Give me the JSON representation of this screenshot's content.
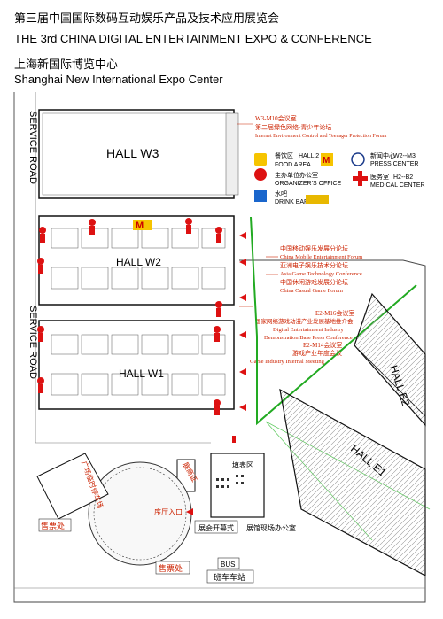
{
  "header": {
    "title_cn": "第三届中国国际数码互动娱乐产品及技术应用展览会",
    "title_en": "THE 3rd CHINA DIGITAL ENTERTAINMENT EXPO & CONFERENCE",
    "venue_cn": "上海新国际博览中心",
    "venue_en": "Shanghai New International Expo Center"
  },
  "roads": {
    "top": "SERVICE ROAD",
    "bottom": "SERVICE ROAD"
  },
  "halls": {
    "w3": "HALL W3",
    "w2": "HALL W2",
    "w1": "HALL W1",
    "e1": "HALL E1",
    "e2": "HALL E2"
  },
  "legend": {
    "food_cn": "餐饮区",
    "food_hall": "HALL 2",
    "food_en": "FOOD AREA",
    "organizer_cn": "主办单位办公室",
    "organizer_en": "ORGANIZER'S OFFICE",
    "drink_cn": "水吧",
    "drink_en": "DRINK BAR",
    "press_cn": "新闻中心",
    "press_hall": "W2--M3",
    "press_en": "PRESS CENTER",
    "medical_cn": "医务室",
    "medical_hall": "H2--B2",
    "medical_en": "MEDICAL CENTER"
  },
  "forums": {
    "w3_room": "W3-M10会议室",
    "w3_forum_cn": "第二届绿色网络·青少年论坛",
    "w3_forum_en": "Internet Environment Control and Teenager Protection Forum",
    "mobile_cn": "中国移动娱乐发展分论坛",
    "mobile_en": "China Mobile Entertainment Forum",
    "asia_cn": "亚洲电子娱乐技术分论坛",
    "asia_en": "Asia Game Technology Conference",
    "casual_cn": "中国休闲游戏发展分论坛",
    "casual_en": "China Casual Game Forum",
    "e2m16_room": "E2-M16会议室",
    "base_cn": "国家网络游戏动漫产业发展基地推介会",
    "base_en1": "Digital Entertainment Industry",
    "base_en2": "Demonstration Base Press Conference",
    "e2m14_room": "E2-M14会议室",
    "industry_cn": "游戏产业年度会议",
    "industry_en": "Game Industry Internal Meeting"
  },
  "site": {
    "square": "广场临时停车场",
    "ticket1": "售票处",
    "ticket2": "售票处",
    "entrance": "序厅入口",
    "registration": "填表区",
    "opening": "展会开幕式",
    "office": "展馆现场办公室",
    "exhibitor": "展商证",
    "bus_stop": "班车车站",
    "bus_sign": "BUS"
  },
  "colors": {
    "hall_outline": "#111111",
    "red_marker": "#dd1111",
    "route_green": "#22aa22",
    "forum_text": "#cc2200"
  }
}
